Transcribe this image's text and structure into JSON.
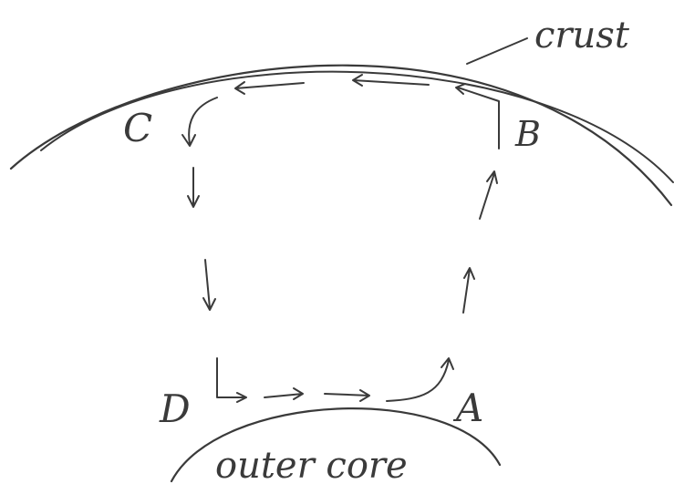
{
  "labels": {
    "crust": "crust",
    "outer_core": "outer core",
    "point_a": "A",
    "point_b": "B",
    "point_c": "C",
    "point_d": "D"
  }
}
